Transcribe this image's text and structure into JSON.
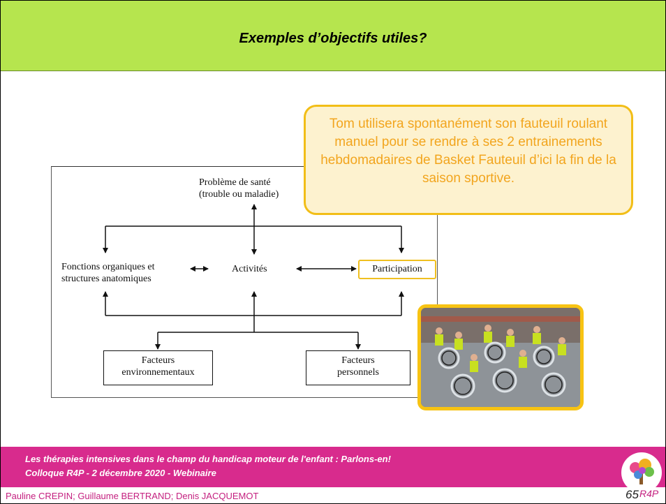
{
  "slide": {
    "title": "Exemples d’objectifs utiles?",
    "page_number": "65",
    "logo_text": "R4P"
  },
  "diagram": {
    "health_line1": "Problème de santé",
    "health_line2": "(trouble ou maladie)",
    "functions_line1": "Fonctions organiques et",
    "functions_line2": "structures anatomiques",
    "activities": "Activités",
    "participation": "Participation",
    "env_line1": "Facteurs",
    "env_line2": "environnementaux",
    "pers_line1": "Facteurs",
    "pers_line2": "personnels"
  },
  "callout": {
    "text": "Tom utilisera spontanément son fauteuil roulant manuel pour se rendre à ses 2 entrainements hebdomadaires de Basket Fauteuil d’ici la fin de la saison sportive."
  },
  "footer": {
    "line1": "Les thérapies intensives dans le champ du handicap moteur de l'enfant : Parlons-en!",
    "line2": "Colloque R4P - 2 décembre 2020 - Webinaire",
    "authors": "Pauline CREPIN; Guillaume BERTRAND; Denis JACQUEMOT"
  },
  "colors": {
    "header_green": "#b6e54e",
    "footer_magenta": "#d82b8d",
    "callout_border": "#f2be17",
    "callout_text": "#f2a51e"
  }
}
